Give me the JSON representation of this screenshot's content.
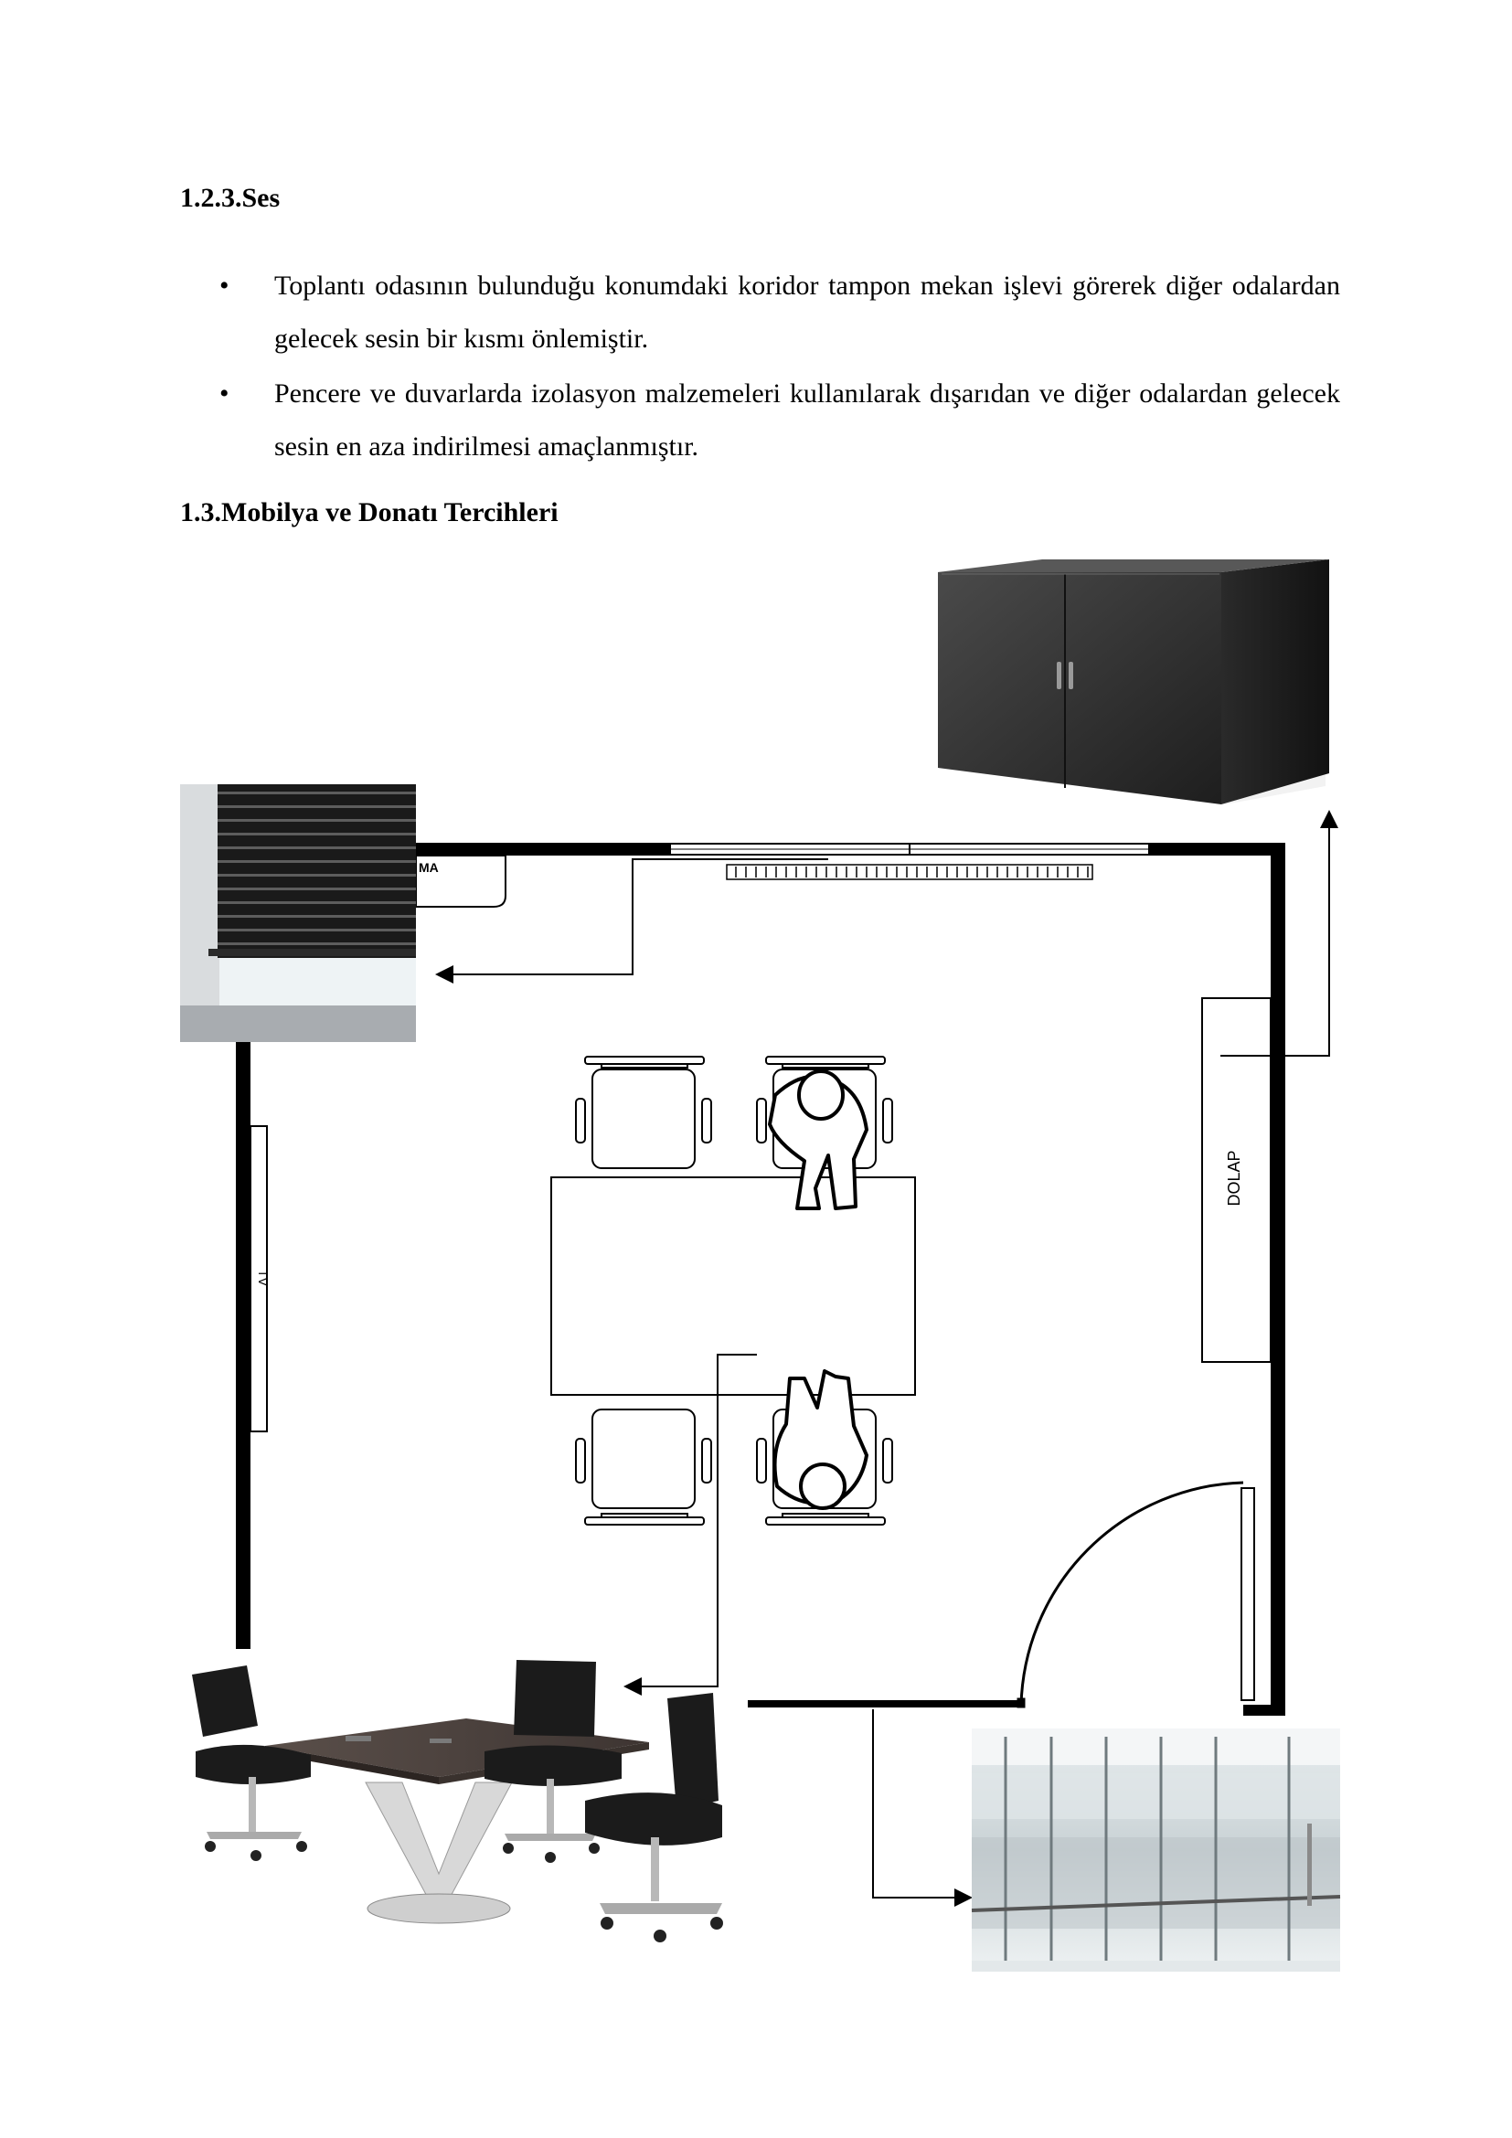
{
  "section_sound": {
    "heading": "1.2.3.Ses",
    "bullets": [
      "Toplantı odasının bulunduğu konumdaki koridor tampon mekan işlevi görerek diğer odalardan gelecek sesin bir kısmı önlemiştir.",
      "Pencere ve duvarlarda izolasyon malzemeleri kullanılarak dışarıdan ve diğer odalardan gelecek sesin en aza indirilmesi amaçlanmıştır."
    ]
  },
  "section_furniture": {
    "heading": "1.3.Mobilya ve Donatı Tercihleri"
  },
  "plan_labels": {
    "cabinet": "DOLAP",
    "tv": "TV",
    "ac_fragment": "MA"
  },
  "photos": {
    "cabinet": "cabinet-photo",
    "blinds": "blinds-photo",
    "meeting_table": "meeting-table-photo",
    "glass_partition": "glass-partition-photo"
  }
}
